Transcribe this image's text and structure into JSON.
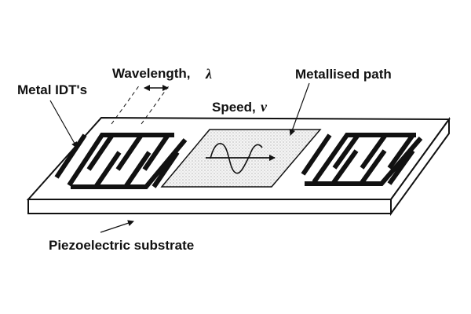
{
  "labels": {
    "metal_idts": "Metal IDT's",
    "wavelength": "Wavelength,",
    "wavelength_symbol": "λ",
    "metallised_path": "Metallised path",
    "speed": "Speed,",
    "speed_symbol": "v",
    "substrate": "Piezoelectric substrate"
  },
  "colors": {
    "ink": "#111111",
    "background": "#ffffff"
  }
}
